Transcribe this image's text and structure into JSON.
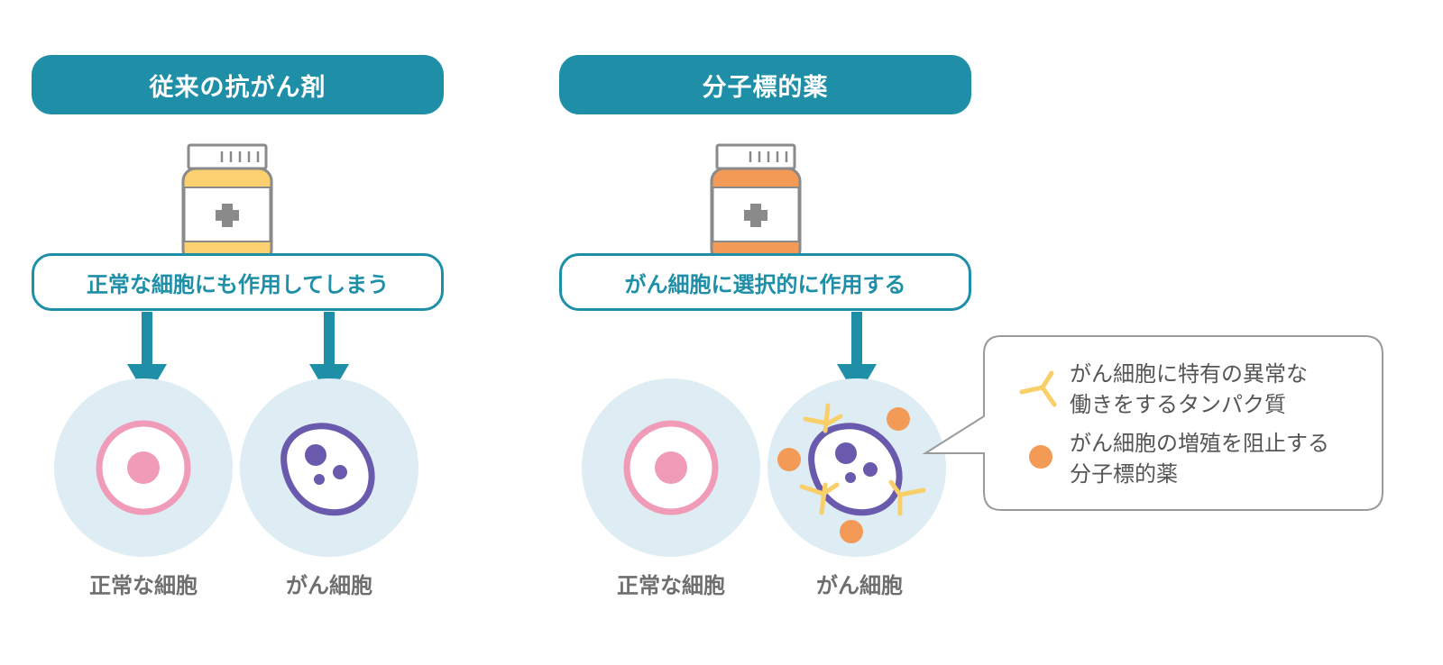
{
  "left_panel": {
    "title": "従来の抗がん剤",
    "effect": "正常な細胞にも作用してしまう",
    "cells": [
      "正常な細胞",
      "がん細胞"
    ]
  },
  "right_panel": {
    "title": "分子標的薬",
    "effect": "がん細胞に選択的に作用する",
    "cells": [
      "正常な細胞",
      "がん細胞"
    ]
  },
  "legend": {
    "protein_line1": "がん細胞に特有の異常な",
    "protein_line2": "働きをするタンパク質",
    "drug_line1": "がん細胞の増殖を阻止する",
    "drug_line2": "分子標的薬"
  },
  "colors": {
    "accent": "#1f8fa8",
    "bottle_conventional": "#fcd06f",
    "bottle_targeted": "#f29a56",
    "cell_bg": "#deedf4",
    "normal_cell": "#f09bb8",
    "cancer_cell": "#6a5aad",
    "protein": "#f9cf6a",
    "drug": "#f29a56"
  },
  "icons": [
    "medicine-bottle-icon",
    "plus-icon",
    "arrow-down-icon",
    "protein-icon",
    "drug-molecule-icon"
  ]
}
